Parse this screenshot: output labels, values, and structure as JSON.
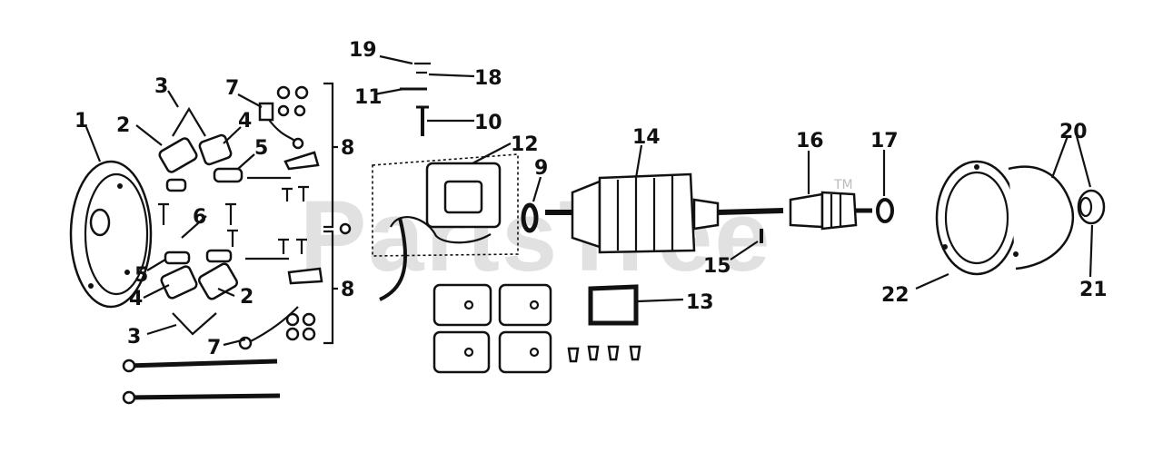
{
  "watermark": "PartsTree",
  "trademark": "TM",
  "callouts": {
    "c1": "1",
    "c2a": "2",
    "c2b": "2",
    "c3a": "3",
    "c3b": "3",
    "c4a": "4",
    "c4b": "4",
    "c5a": "5",
    "c5b": "5",
    "c6": "6",
    "c7a": "7",
    "c7b": "7",
    "c8a": "8",
    "c8b": "8",
    "c9": "9",
    "c10": "10",
    "c11": "11",
    "c12": "12",
    "c13": "13",
    "c14": "14",
    "c15": "15",
    "c16": "16",
    "c17": "17",
    "c18": "18",
    "c19": "19",
    "c20": "20",
    "c21": "21",
    "c22": "22"
  }
}
